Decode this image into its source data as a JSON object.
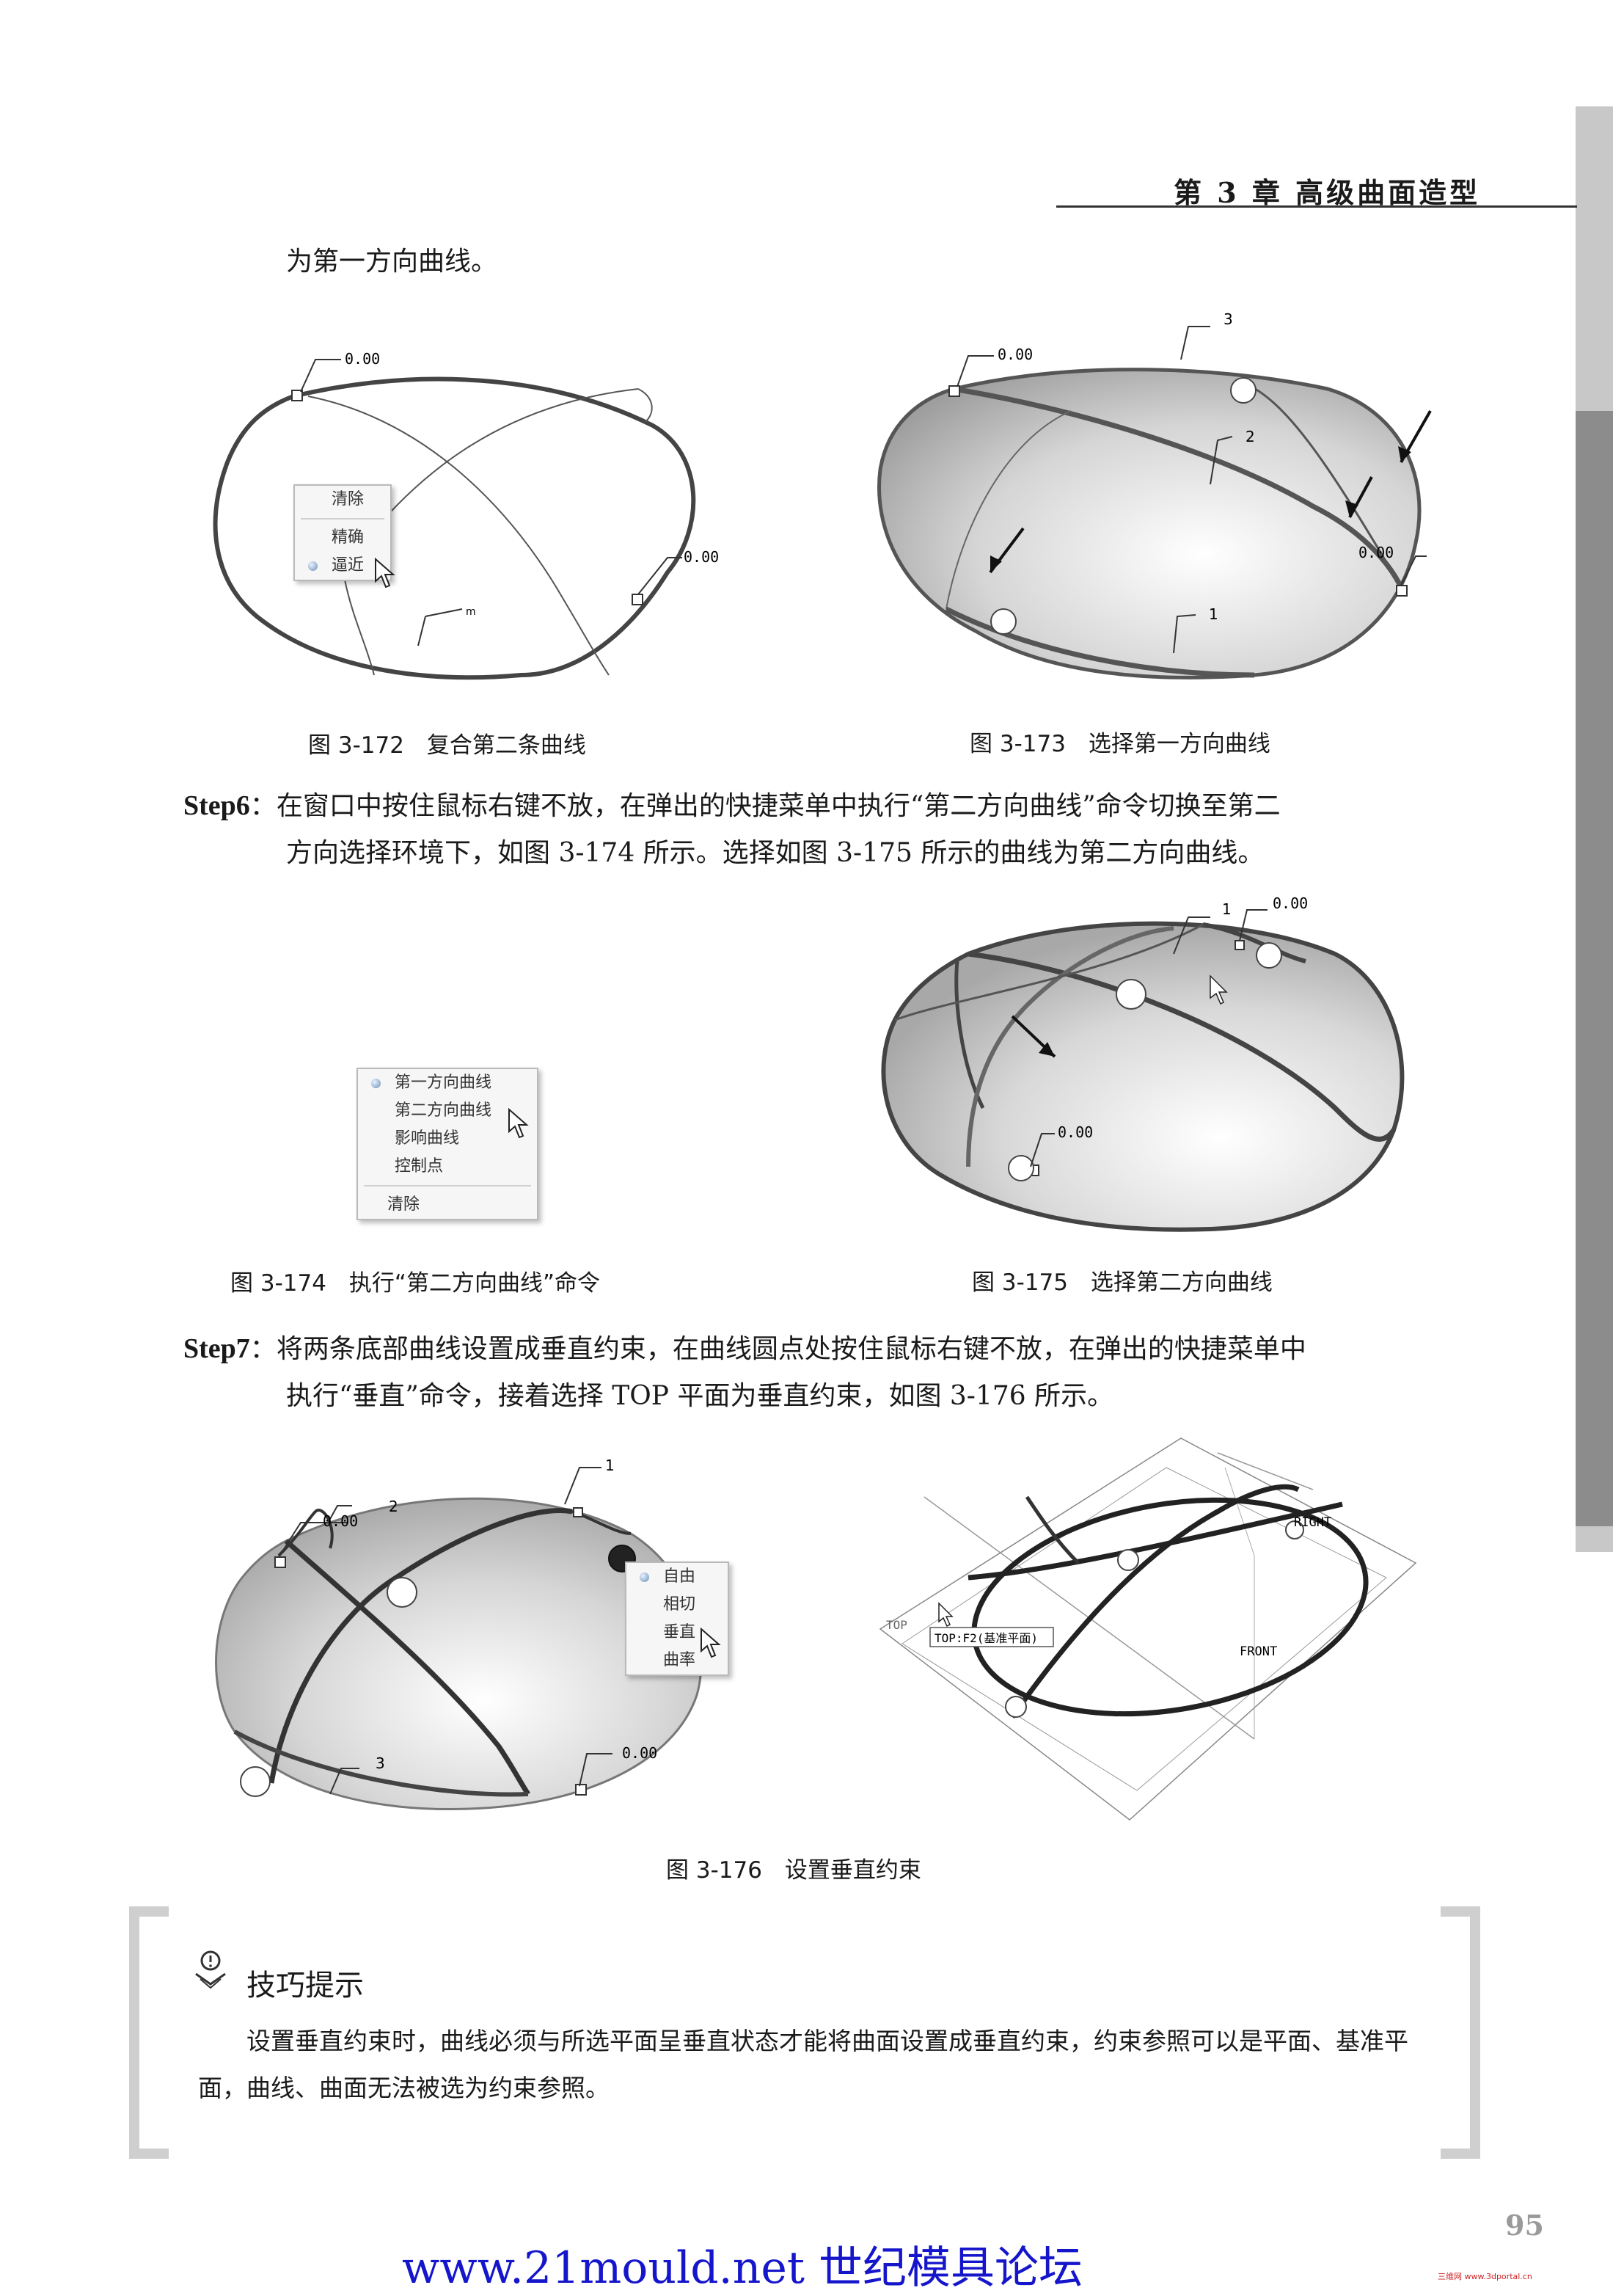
{
  "header": {
    "chapter": "第 3 章   高级曲面造型"
  },
  "intro_line": "为第一方向曲线。",
  "figures": {
    "f172": {
      "caption": "图 3-172　复合第二条曲线",
      "labels": {
        "top": "0.00",
        "right": "0.00",
        "small": "ⅿ"
      },
      "menu": [
        "清除",
        "精确",
        "逼近"
      ]
    },
    "f173": {
      "caption": "图 3-173　选择第一方向曲线",
      "labels": {
        "top": "0.00",
        "right": "0.00",
        "n1": "1",
        "n2": "2",
        "n3": "3"
      }
    },
    "f174": {
      "caption": "图 3-174　执行“第二方向曲线”命令",
      "menu": [
        "第一方向曲线",
        "第二方向曲线",
        "影响曲线",
        "控制点",
        "清除"
      ]
    },
    "f175": {
      "caption": "图 3-175　选择第二方向曲线",
      "labels": {
        "top": "0.00",
        "left": "0.00",
        "n1": "1"
      }
    },
    "f176": {
      "caption": "图 3-176　设置垂直约束",
      "labels": {
        "top": "0.00",
        "bottom": "0.00",
        "n1": "1",
        "n2": "2",
        "n3": "3",
        "right": "RIGHT",
        "front": "FRONT",
        "top_plane": "TOP",
        "tooltip": "TOP:F2(基准平面)"
      },
      "menu": [
        "自由",
        "相切",
        "垂直",
        "曲率"
      ]
    }
  },
  "step6": {
    "label": "Step6",
    "line1": "在窗口中按住鼠标右键不放，在弹出的快捷菜单中执行“第二方向曲线”命令切换至第二",
    "line2": "方向选择环境下，如图 3-174 所示。选择如图 3-175 所示的曲线为第二方向曲线。"
  },
  "step7": {
    "label": "Step7",
    "line1": "将两条底部曲线设置成垂直约束，在曲线圆点处按住鼠标右键不放，在弹出的快捷菜单中",
    "line2": "执行“垂直”命令，接着选择 TOP 平面为垂直约束，如图 3-176 所示。"
  },
  "tip": {
    "title": "技巧提示",
    "text": "设置垂直约束时，曲线必须与所选平面呈垂直状态才能将曲面设置成垂直约束，约束参照可以是平面、基准平面，曲线、曲面无法被选为约束参照。"
  },
  "page_number": "95",
  "footer": "www.21mould.net 世纪模具论坛",
  "stamp": "三维网 www.3dportal.cn"
}
